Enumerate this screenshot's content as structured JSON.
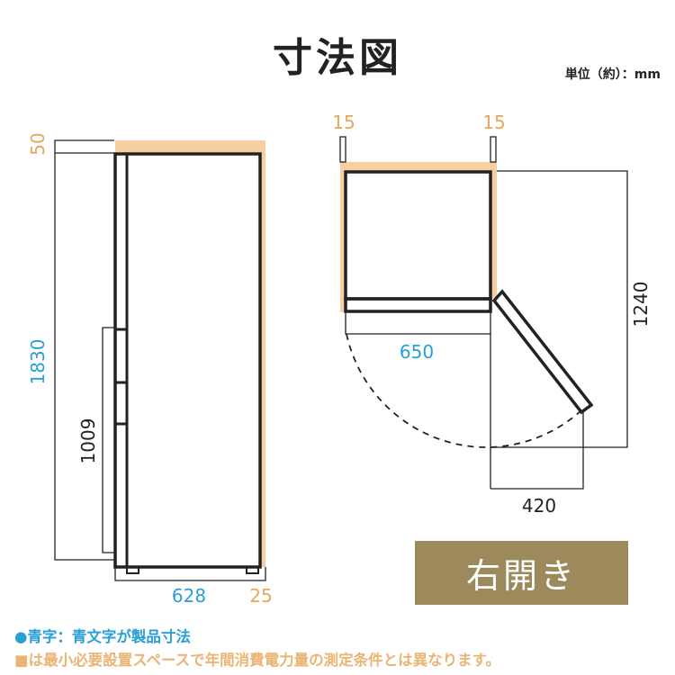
{
  "title": "寸法図",
  "unit": "単位（約）：mm",
  "colors": {
    "blue": "#2a9fd6",
    "orange_text": "#e8a55c",
    "orange_fill": "#f7cfa0",
    "badge": "#9c8a5c",
    "line": "#222222"
  },
  "front_view": {
    "top_clearance": "50",
    "height": "1830",
    "handle_height": "1009",
    "width": "628",
    "side_clearance": "25"
  },
  "top_view": {
    "left_clearance": "15",
    "right_clearance": "15",
    "depth": "650",
    "door_open_depth": "1240",
    "door_swing_width": "420"
  },
  "badge": "右開き",
  "notes": {
    "blue": "●青字：青文字が製品寸法",
    "orange": "■は最小必要設置スペースで年間消費電力量の測定条件とは異なります。"
  }
}
